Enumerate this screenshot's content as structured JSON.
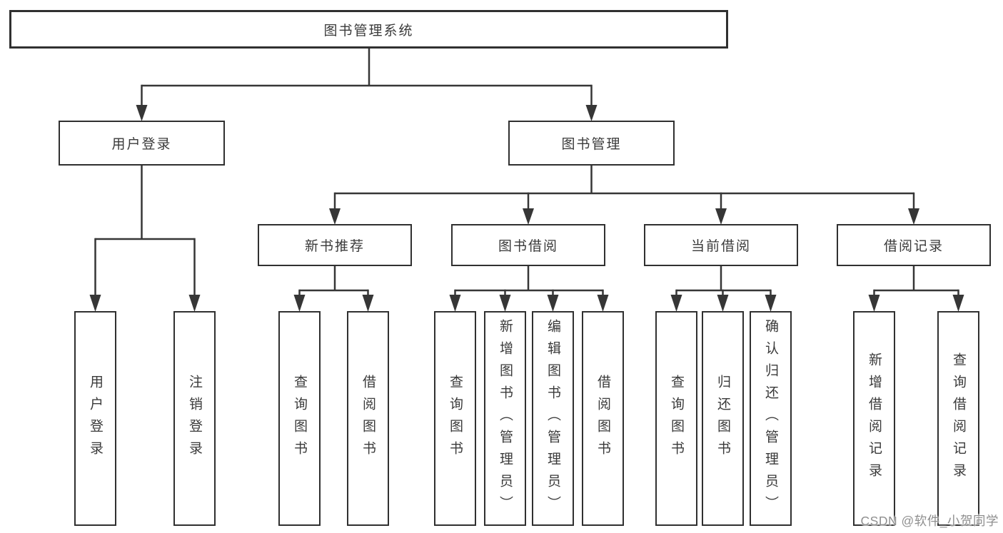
{
  "diagram": {
    "root": {
      "label": "图书管理系统"
    },
    "level2": {
      "user_login": {
        "label": "用户登录"
      },
      "book_management": {
        "label": "图书管理"
      }
    },
    "level3": {
      "new_book_recommend": {
        "label": "新书推荐"
      },
      "book_borrowing": {
        "label": "图书借阅"
      },
      "current_borrowing": {
        "label": "当前借阅"
      },
      "borrowing_records": {
        "label": "借阅记录"
      }
    },
    "leaves": {
      "user_login_leaf": {
        "label": "用户登录"
      },
      "logout_leaf": {
        "label": "注销登录"
      },
      "nb_query_books": {
        "label": "查询图书"
      },
      "nb_borrow_books": {
        "label": "借阅图书"
      },
      "bb_query_books": {
        "label": "查询图书"
      },
      "bb_add_books_admin": {
        "label": "新增图书（管理员）"
      },
      "bb_edit_books_admin": {
        "label": "编辑图书（管理员）"
      },
      "bb_borrow_books": {
        "label": "借阅图书"
      },
      "cb_query_books": {
        "label": "查询图书"
      },
      "cb_return_books": {
        "label": "归还图书"
      },
      "cb_confirm_return_admin": {
        "label": "确认归还（管理员）"
      },
      "br_add_record": {
        "label": "新增借阅记录"
      },
      "br_query_record": {
        "label": "查询借阅记录"
      }
    },
    "watermark": "CSDN @软件_小贺同学",
    "colors": {
      "line": "#363636",
      "border": "#303030",
      "text": "#3a3a3a",
      "watermark": "#8f8f8f",
      "background": "#ffffff"
    }
  }
}
